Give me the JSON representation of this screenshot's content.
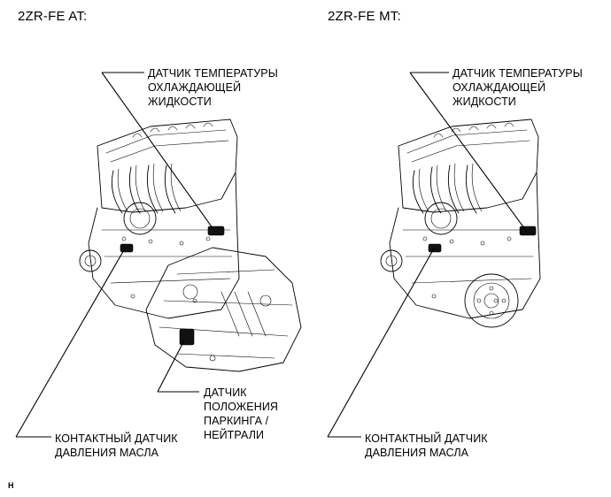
{
  "panels": {
    "left": {
      "title": "2ZR-FE AT:",
      "coolant_sensor_label": "ДАТЧИК ТЕМПЕРАТУРЫ\nОХЛАЖДАЮЩЕЙ\nЖИДКОСТИ",
      "park_neutral_label": "ДАТЧИК\nПОЛОЖЕНИЯ\nПАРКИНГА /\nНЕЙТРАЛИ",
      "oil_pressure_label": "КОНТАКТНЫЙ ДАТЧИК\nДАВЛЕНИЯ МАСЛА"
    },
    "right": {
      "title": "2ZR-FE MT:",
      "coolant_sensor_label": "ДАТЧИК ТЕМПЕРАТУРЫ\nОХЛАЖДАЮЩЕЙ\nЖИДКОСТИ",
      "oil_pressure_label": "КОНТАКТНЫЙ ДАТЧИК\nДАВЛЕНИЯ МАСЛА"
    }
  },
  "footer_code": "H"
}
